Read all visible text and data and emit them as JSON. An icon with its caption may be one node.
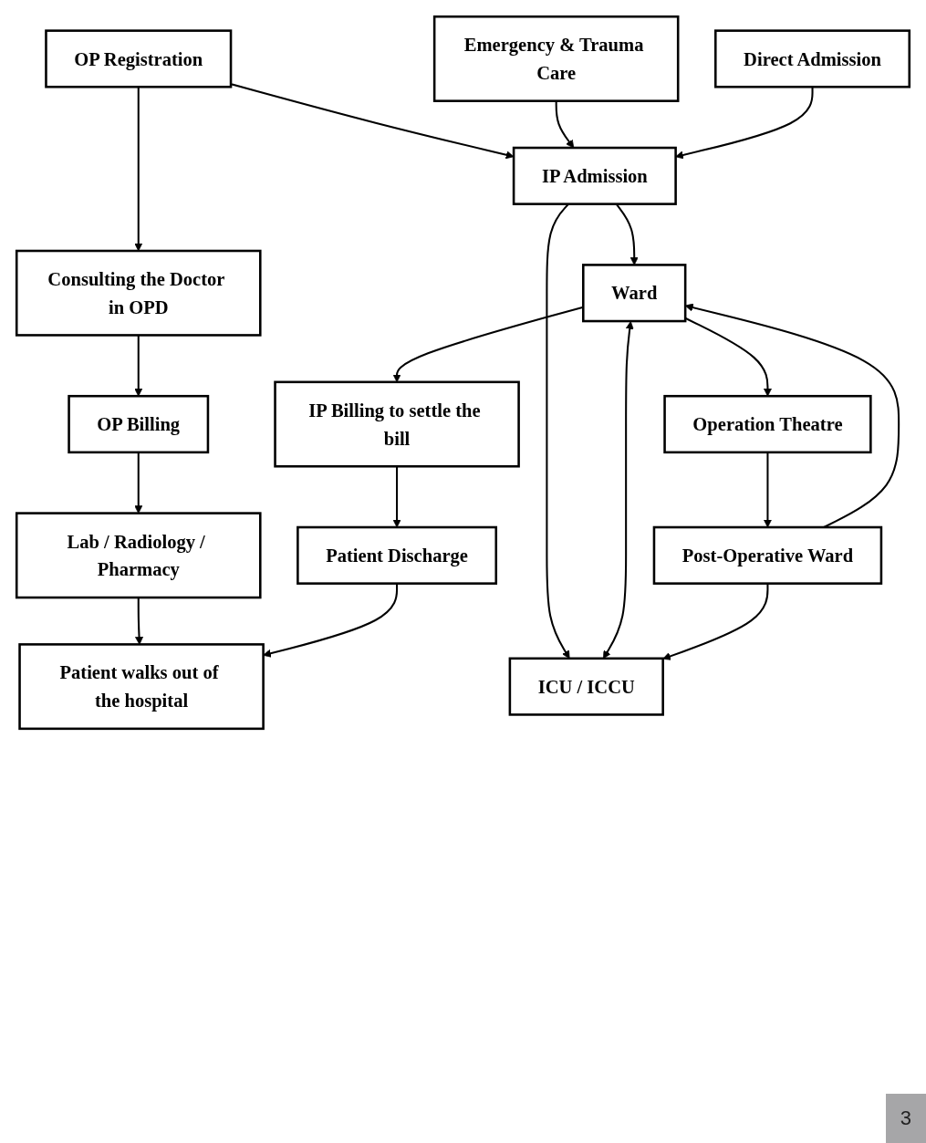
{
  "diagram": {
    "nodes": [
      {
        "text": [
          "OP Registration"
        ]
      },
      {
        "text": [
          "Emergency & Trauma Care"
        ]
      },
      {
        "text": [
          "Direct Admission"
        ]
      },
      {
        "text": [
          "Consulting the Doctor in OPD"
        ]
      },
      {
        "text": [
          "IP Admission"
        ]
      },
      {
        "text": [
          "OP Billing"
        ]
      },
      {
        "text": [
          "Ward"
        ]
      },
      {
        "text": [
          "ICU / ICCU"
        ]
      },
      {
        "text": [
          "Lab / Radiology / Pharmacy"
        ]
      },
      {
        "text": [
          "Operation Theatre"
        ]
      },
      {
        "text": [
          "Post-Operative Ward"
        ]
      },
      {
        "text": [
          "IP Billing to settle the bill"
        ]
      },
      {
        "text": [
          "Patient Discharge"
        ]
      },
      {
        "text": [
          "Patient walks out of the hospital"
        ]
      }
    ],
    "edges": [
      {
        "from": 0,
        "to": 3,
        "arrow": "to"
      },
      {
        "from": 0,
        "to": 4,
        "arrow": "to"
      },
      {
        "from": 1,
        "to": 4,
        "arrow": "to"
      },
      {
        "from": 2,
        "to": 4,
        "arrow": "to"
      },
      {
        "from": 4,
        "to": 6,
        "arrow": "to"
      },
      {
        "from": 4,
        "to": 7,
        "arrow": "to"
      },
      {
        "from": 6,
        "to": 7,
        "arrow": "both"
      },
      {
        "from": 3,
        "to": 5,
        "arrow": "to"
      },
      {
        "from": 5,
        "to": 8,
        "arrow": "to"
      },
      {
        "from": 6,
        "to": 9,
        "arrow": "to"
      },
      {
        "from": 9,
        "to": 10,
        "arrow": "to"
      },
      {
        "from": 10,
        "to": 6,
        "arrow": "to"
      },
      {
        "from": 10,
        "to": 7,
        "arrow": "to"
      },
      {
        "from": 6,
        "to": 11,
        "arrow": "to"
      },
      {
        "from": 8,
        "to": 13,
        "arrow": "to"
      },
      {
        "from": 11,
        "to": 12,
        "arrow": "to"
      },
      {
        "from": 12,
        "to": 13,
        "arrow": "to"
      }
    ],
    "labels": [
      "3"
    ]
  }
}
